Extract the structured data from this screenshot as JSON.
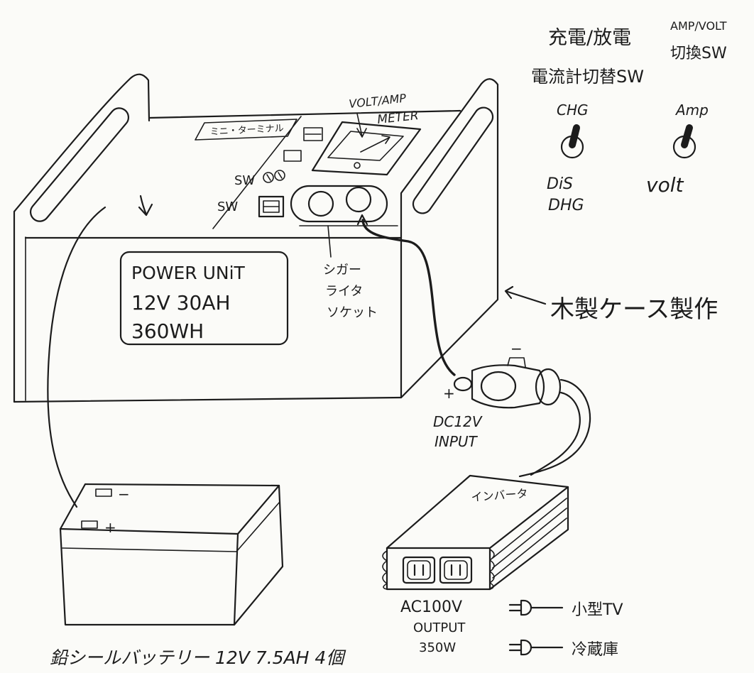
{
  "colors": {
    "paper": "#fbfbf8",
    "ink": "#1c1c1c"
  },
  "switches": {
    "charge_discharge": {
      "title": "充電/放電",
      "subtitle": "電流計切替SW",
      "position_up": "CHG",
      "position_down": [
        "DiS",
        "DHG"
      ],
      "icon": "toggle-switch-icon"
    },
    "amp_volt": {
      "title": "AMP/VOLT",
      "subtitle": "切換SW",
      "position_up": "Amp",
      "position_down": "volt",
      "icon": "toggle-switch-icon"
    }
  },
  "power_unit": {
    "meter_label": [
      "VOLT/AMP",
      "METER"
    ],
    "terminal_label": "ミニ・ターミナル",
    "switch_labels": [
      "SW",
      "SW"
    ],
    "nameplate": [
      "POWER UNiT",
      "12V 30AH",
      "360WH"
    ],
    "socket_label": [
      "シガー",
      "ライタ",
      "ソケット"
    ],
    "case_note": "木製ケース製作"
  },
  "dc_plug": {
    "minus": "−",
    "plus": "+",
    "label": [
      "DC12V",
      "INPUT"
    ]
  },
  "inverter": {
    "label": "インバータ",
    "output": [
      "AC100V",
      "OUTPUT",
      "350W"
    ]
  },
  "loads": [
    {
      "name": "小型TV",
      "icon": "plug-icon"
    },
    {
      "name": "冷蔵庫",
      "icon": "plug-icon"
    }
  ],
  "battery": {
    "terminal_minus": "−",
    "terminal_plus": "+",
    "caption": "鉛シールバッテリー 12V 7.5AH 4個"
  }
}
